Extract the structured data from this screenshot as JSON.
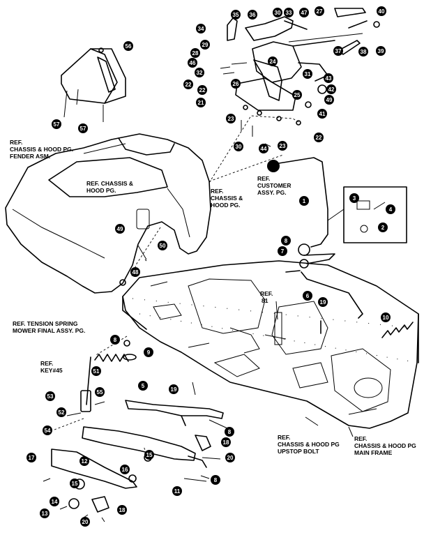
{
  "ref_labels": {
    "fender": [
      "REF.",
      "CHASSIS & HOOD PG.",
      "FENDER ASM."
    ],
    "chassis_hood_1": [
      "REF. CHASSIS &",
      "HOOD PG."
    ],
    "chassis_hood_2": [
      "REF.",
      "CHASSIS &",
      "HOOD PG."
    ],
    "customer": [
      "REF.",
      "CUSTOMER",
      "ASSY. PG."
    ],
    "ref_81": [
      "REF.",
      "81"
    ],
    "tension_spring": [
      "REF. TENSION SPRING",
      "MOWER FINAL ASSY. PG."
    ],
    "key45": [
      "REF.",
      "KEY#45"
    ],
    "upstop": [
      "REF.",
      "CHASSIS & HOOD PG",
      "UPSTOP BOLT"
    ],
    "main_frame": [
      "REF.",
      "CHASSIS & HOOD PG",
      "MAIN FRAME"
    ]
  },
  "callouts": {
    "c35": "35",
    "c36": "36",
    "c30a": "30",
    "c33": "33",
    "c47": "47",
    "c27": "27",
    "c40": "40",
    "c34": "34",
    "c29": "29",
    "c28": "28",
    "c46": "46",
    "c32": "32",
    "c22a": "22",
    "c22b": "22",
    "c26": "26",
    "c21": "21",
    "c24": "24",
    "c31": "31",
    "c43": "43",
    "c42": "42",
    "c25": "25",
    "c49a": "49",
    "c41": "41",
    "c37": "37",
    "c38": "38",
    "c39": "39",
    "c23a": "23",
    "c23b": "23",
    "c22c": "22",
    "c30b": "30",
    "c44": "44",
    "c56": "56",
    "c57a": "57",
    "c57b": "57",
    "c49b": "49",
    "c50": "50",
    "c48": "48",
    "c1": "1",
    "c3": "3",
    "c4": "4",
    "c2": "2",
    "c8a": "8",
    "c7": "7",
    "c6": "6",
    "c19a": "19",
    "c10": "10",
    "c8b": "8",
    "c9": "9",
    "c51": "51",
    "c55": "55",
    "c53": "53",
    "c52": "52",
    "c54": "54",
    "c5": "5",
    "c19b": "19",
    "c8c": "8",
    "c18": "18",
    "c20a": "20",
    "c17": "17",
    "c12": "12",
    "c15a": "15",
    "c16": "16",
    "c15b": "15",
    "c11": "11",
    "c8d": "8",
    "c14": "14",
    "c13": "13",
    "c18b": "18",
    "c20b": "20"
  }
}
